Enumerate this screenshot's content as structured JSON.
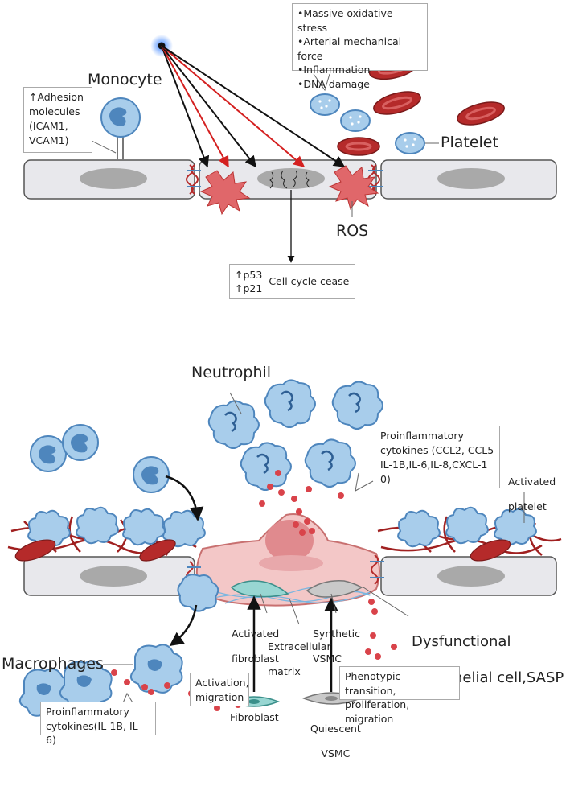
{
  "top": {
    "stress_factors": [
      "•Massive oxidative stress",
      "•Arterial mechanical force",
      "•Inflammation",
      "•DNA damage"
    ],
    "adhesion_box": [
      "↑Adhesion",
      "molecules",
      "(ICAM1,",
      "VCAM1)"
    ],
    "monocyte_label": "Monocyte",
    "platelet_label": "Platelet",
    "ros_label": "ROS",
    "p53_label": "↑p53",
    "p21_label": "↑p21",
    "cell_cycle_label": "Cell cycle cease"
  },
  "bottom": {
    "neutrophil_label": "Neutrophil",
    "proinflammatory_top": [
      "Proinflammatory",
      "cytokines (CCL2, CCL5",
      "IL-1B,IL-6,IL-8,CXCL-1",
      "0)"
    ],
    "activated_platelet": [
      "Activated",
      "platelet"
    ],
    "activated_fibroblast": [
      "Activated",
      "fibroblast"
    ],
    "synthetic_vsmc": [
      "Synthetic",
      "VSMC"
    ],
    "extracellular_matrix": [
      "Extracellular",
      "matrix"
    ],
    "dysfunctional_cell": [
      "Dysfunctional",
      "endothelial cell,SASP"
    ],
    "macrophages_label": "Macrophages",
    "activation_box": [
      "Activation,",
      "migration"
    ],
    "phenotypic_box": [
      "Phenotypic transition,",
      "proliferation, migration"
    ],
    "fibroblast_label": "Fibroblast",
    "quiescent_vsmc": [
      "Quiescent",
      "VSMC"
    ],
    "proinflammatory_bottom": [
      "Proinflammatory",
      "cytokines(IL-1B, IL-6)"
    ]
  },
  "colors": {
    "vessel_fill": "#e8e8ec",
    "vessel_stroke": "#555555",
    "nucleus": "#a9a9a9",
    "cell_blue": "#a8cdeb",
    "cell_blue_stroke": "#4e86bd",
    "rbc": "#b52a2a",
    "ros": "#e0676a",
    "arrow_red": "#d42020",
    "dysfunctional_cell": "#f3c7c7",
    "fibroblast": "#98d6d2",
    "vsmc": "#c9c9c9"
  }
}
